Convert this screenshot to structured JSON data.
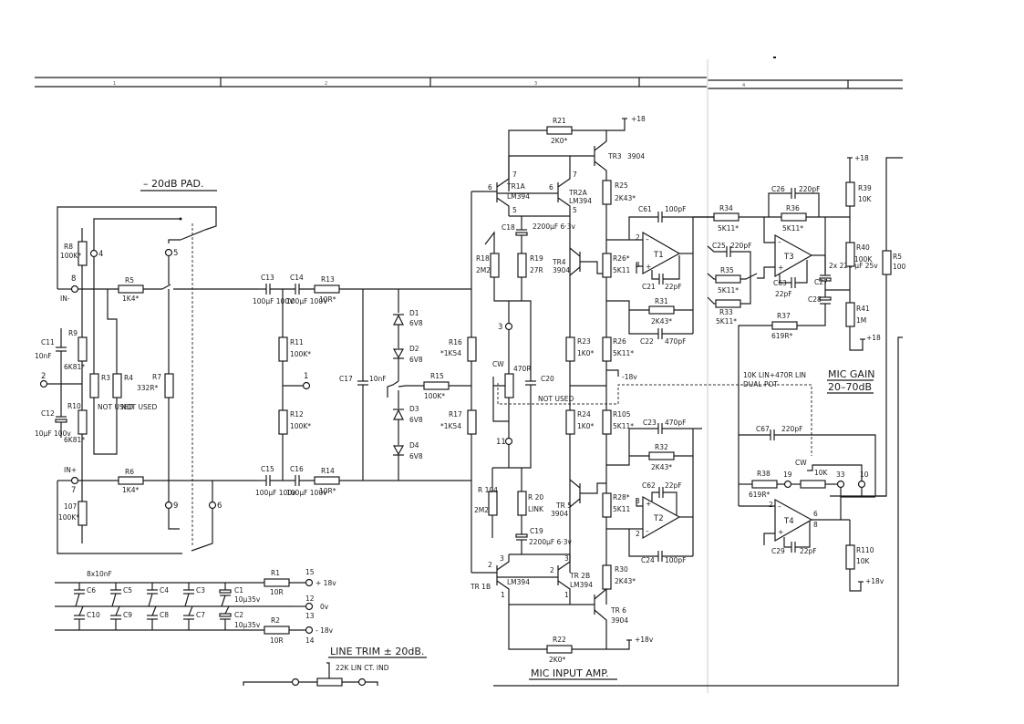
{
  "sheet": {
    "zone_numbers": [
      "1",
      "2",
      "3",
      "4"
    ]
  },
  "titles": {
    "pad": "– 20dB PAD.",
    "mic_input_amp": "MIC INPUT AMP.",
    "mic_gain_line1": "MIC GAIN",
    "mic_gain_line2": "20–70dB",
    "line_trim": "LINE TRIM ± 20dB.",
    "line_trim_pot": "22K LIN CT. IND",
    "dual_pot_line1": "10K LIN+470R LIN",
    "dual_pot_line2": "DUAL POT"
  },
  "terminals": {
    "t8": "8",
    "in_minus": "IN-",
    "t4": "4",
    "t5": "5",
    "t2": "2",
    "in_plus": "IN+",
    "t7": "7",
    "t9": "9",
    "t6": "6",
    "t1": "1",
    "t3": "3",
    "t11": "11",
    "t15": "15",
    "t12": "12",
    "t13": "13",
    "t14": "14",
    "t19": "19",
    "t33": "33",
    "t10": "10"
  },
  "rails": {
    "plus18": "+18",
    "plus18v": "+18v",
    "minus18v": "-18v",
    "zero_v": "0v",
    "plus18_supply": "+ 18v",
    "minus18_supply": "- 18v"
  },
  "components": {
    "R8": {
      "ref": "R8",
      "value": "100K*"
    },
    "R5": {
      "ref": "R5",
      "value": "1K4*"
    },
    "R9": {
      "ref": "R9",
      "value": "6K81*"
    },
    "R10": {
      "ref": "R10",
      "value": "6K81*"
    },
    "R3": {
      "ref": "R3",
      "value": "NOT USED"
    },
    "R4": {
      "ref": "R4",
      "value": "NOT USED"
    },
    "R7": {
      "ref": "R7",
      "value": "332R*"
    },
    "R6": {
      "ref": "R6",
      "value": "1K4*"
    },
    "R107": {
      "ref": "107",
      "value": "100K*"
    },
    "C11": {
      "ref": "C11",
      "value": "10nF"
    },
    "C12": {
      "ref": "C12",
      "value": "10µF 100v"
    },
    "C13": {
      "ref": "C13",
      "value": "100µF 100V"
    },
    "C14": {
      "ref": "C14",
      "value": "100µF 100V"
    },
    "C15": {
      "ref": "C15",
      "value": "100µF 100v"
    },
    "C16": {
      "ref": "C16",
      "value": "100µF 100v"
    },
    "R13": {
      "ref": "R13",
      "value": "10R*"
    },
    "R14": {
      "ref": "R14",
      "value": "10R*"
    },
    "R11": {
      "ref": "R11",
      "value": "100K*"
    },
    "R12": {
      "ref": "R12",
      "value": "100K*"
    },
    "C17": {
      "ref": "C17",
      "value": "10nF"
    },
    "D1": {
      "ref": "D1",
      "value": "6V8"
    },
    "D2": {
      "ref": "D2",
      "value": "6V8"
    },
    "D3": {
      "ref": "D3",
      "value": "6V8"
    },
    "D4": {
      "ref": "D4",
      "value": "6V8"
    },
    "R15": {
      "ref": "R15",
      "value": "100K*"
    },
    "R16": {
      "ref": "R16",
      "value": "*1K54"
    },
    "R17": {
      "ref": "R17",
      "value": "*1K54"
    },
    "R21": {
      "ref": "R21",
      "value": "2K0*"
    },
    "TR3": {
      "ref": "TR3",
      "value": "3904"
    },
    "TR1A": {
      "ref": "TR1A",
      "value": "LM394"
    },
    "TR2A": {
      "ref": "TR2A",
      "value": "LM394"
    },
    "R25": {
      "ref": "R25",
      "value": "2K43*"
    },
    "C18": {
      "ref": "C18",
      "value": "2200µF 6·3v"
    },
    "R18": {
      "ref": "R18",
      "value": "2M2"
    },
    "R19": {
      "ref": "R19",
      "value": "27R"
    },
    "TR4": {
      "ref": "TR4",
      "value": "3904"
    },
    "R26a": {
      "ref": "R26*",
      "value": "5K11"
    },
    "C61": {
      "ref": "C61",
      "value": "100pF"
    },
    "T1": {
      "ref": "T1",
      "value": ""
    },
    "C21": {
      "ref": "C21",
      "value": "22pF"
    },
    "R31": {
      "ref": "R31",
      "value": "2K43*"
    },
    "C22": {
      "ref": "C22",
      "value": "470pF"
    },
    "R23": {
      "ref": "R23",
      "value": "1K0*"
    },
    "R26b": {
      "ref": "R26",
      "value": "5K11*"
    },
    "VR470": {
      "ref": "CW",
      "value": "470R"
    },
    "C20": {
      "ref": "C20",
      "value": "NOT USED"
    },
    "R24": {
      "ref": "R24",
      "value": "1K0*"
    },
    "R105": {
      "ref": "R105",
      "value": "5K11*"
    },
    "C23": {
      "ref": "C23",
      "value": "470pF"
    },
    "R32": {
      "ref": "R32",
      "value": "2K43*"
    },
    "R104": {
      "ref": "R 104",
      "value": "2M2"
    },
    "R20": {
      "ref": "R 20",
      "value": "LINK"
    },
    "C19": {
      "ref": "C19",
      "value": "2200µF 6·3v"
    },
    "TR5": {
      "ref": "TR 5",
      "value": "3904"
    },
    "R28": {
      "ref": "R28*",
      "value": "5K11"
    },
    "C62": {
      "ref": "C62",
      "value": "22pF"
    },
    "T2": {
      "ref": "T2",
      "value": ""
    },
    "C24": {
      "ref": "C24",
      "value": "100pF"
    },
    "TR1B": {
      "ref": "TR 1B",
      "value": "LM394"
    },
    "TR2B": {
      "ref": "TR 2B",
      "value": "LM394"
    },
    "R30": {
      "ref": "R30",
      "value": "2K43*"
    },
    "TR6": {
      "ref": "TR 6",
      "value": "3904"
    },
    "R22": {
      "ref": "R22",
      "value": "2K0*"
    },
    "R34": {
      "ref": "R34",
      "value": "5K11*"
    },
    "C26": {
      "ref": "C26",
      "value": "220pF"
    },
    "R36": {
      "ref": "R36",
      "value": "5K11*"
    },
    "C25": {
      "ref": "C25",
      "value": "220pF"
    },
    "R35": {
      "ref": "R35",
      "value": "5K11*"
    },
    "R33": {
      "ref": "R33",
      "value": "5K11*"
    },
    "T3": {
      "ref": "T3",
      "value": ""
    },
    "C63": {
      "ref": "C63",
      "value": "22pF"
    },
    "C27": {
      "ref": "C27",
      "value": "2x 220 µF 25v"
    },
    "C28": {
      "ref": "C28",
      "value": ""
    },
    "R37": {
      "ref": "R37",
      "value": "619R*"
    },
    "R39": {
      "ref": "R39",
      "value": "10K"
    },
    "R40": {
      "ref": "R40",
      "value": "100K"
    },
    "R41": {
      "ref": "R41",
      "value": "1M"
    },
    "R5b": {
      "ref": "R5",
      "value": "100"
    },
    "C67": {
      "ref": "C67",
      "value": "220pF"
    },
    "R38": {
      "ref": "R38",
      "value": "619R*"
    },
    "VR10K": {
      "ref": "CW",
      "value": "10K"
    },
    "T4": {
      "ref": "T4",
      "value": ""
    },
    "C29": {
      "ref": "C29",
      "value": "22pF"
    },
    "R110": {
      "ref": "R110",
      "value": "10K"
    },
    "decoupling_note": "8x10nF",
    "C1": {
      "ref": "C1",
      "value": "10µ35v"
    },
    "C2": {
      "ref": "C2",
      "value": "10µ35v"
    },
    "C3": {
      "ref": "C3"
    },
    "C4": {
      "ref": "C4"
    },
    "C5": {
      "ref": "C5"
    },
    "C6": {
      "ref": "C6"
    },
    "C7": {
      "ref": "C7"
    },
    "C8": {
      "ref": "C8"
    },
    "C9": {
      "ref": "C9"
    },
    "C10": {
      "ref": "C10"
    },
    "R1": {
      "ref": "R1",
      "value": "10R"
    },
    "R2": {
      "ref": "R2",
      "value": "10R"
    }
  },
  "pins": {
    "p6": "6",
    "p7": "7",
    "p5": "5",
    "p2": "2",
    "p3": "3",
    "p1": "1",
    "minus": "–",
    "plus": "+",
    "p8": "8"
  }
}
